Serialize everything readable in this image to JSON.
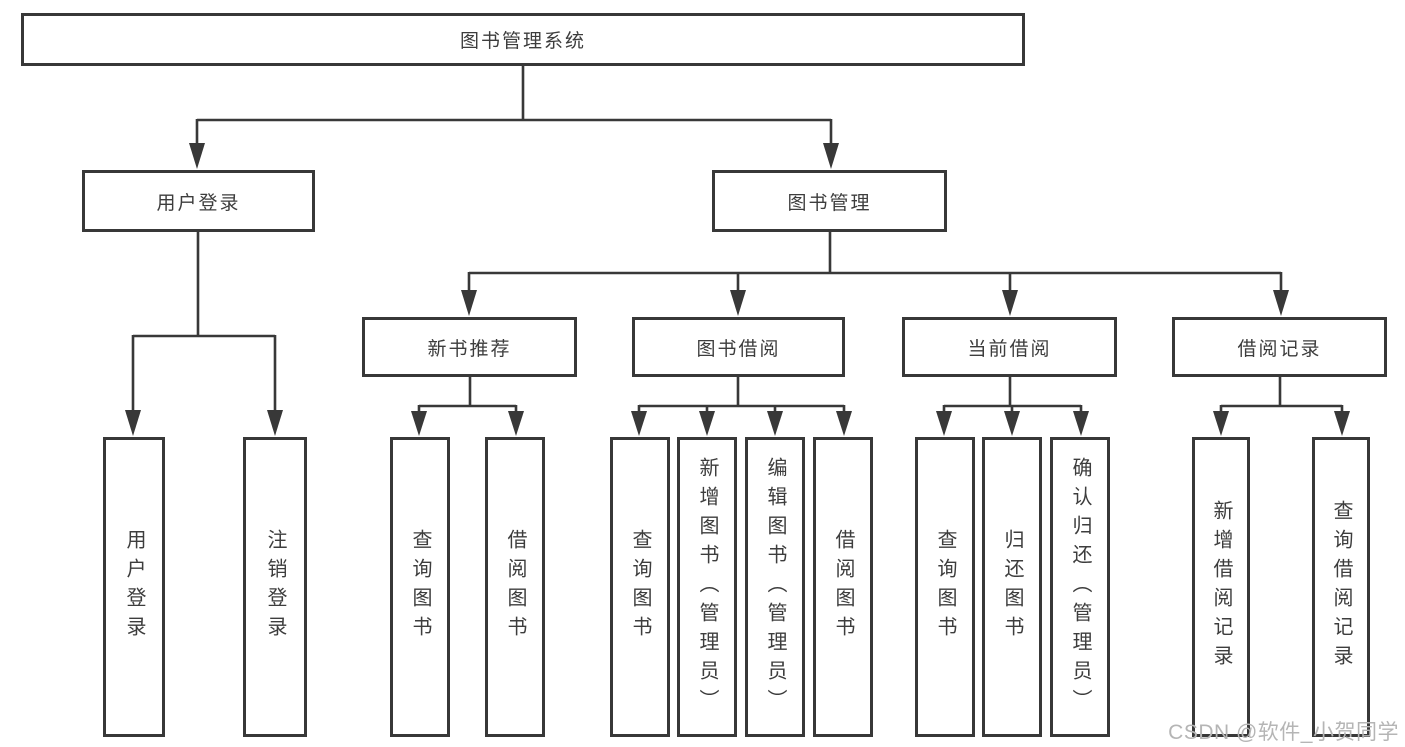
{
  "colors": {
    "line": "#383838",
    "text": "#3d3d3d",
    "bg": "#ffffff",
    "watermark": "#b5b5b5"
  },
  "watermark": {
    "text": "CSDN @软件_小贺同学"
  },
  "tree": {
    "root": {
      "label": "图书管理系统"
    },
    "branches": [
      {
        "label": "用户登录",
        "children": [
          {
            "label": "用户登录"
          },
          {
            "label": "注销登录"
          }
        ]
      },
      {
        "label": "图书管理",
        "children": [
          {
            "label": "新书推荐",
            "children": [
              {
                "label": "查询图书"
              },
              {
                "label": "借阅图书"
              }
            ]
          },
          {
            "label": "图书借阅",
            "children": [
              {
                "label": "查询图书"
              },
              {
                "label": "新增图书（管理员）"
              },
              {
                "label": "编辑图书（管理员）"
              },
              {
                "label": "借阅图书"
              }
            ]
          },
          {
            "label": "当前借阅",
            "children": [
              {
                "label": "查询图书"
              },
              {
                "label": "归还图书"
              },
              {
                "label": "确认归还（管理员）"
              }
            ]
          },
          {
            "label": "借阅记录",
            "children": [
              {
                "label": "新增借阅记录"
              },
              {
                "label": "查询借阅记录"
              }
            ]
          }
        ]
      }
    ]
  }
}
